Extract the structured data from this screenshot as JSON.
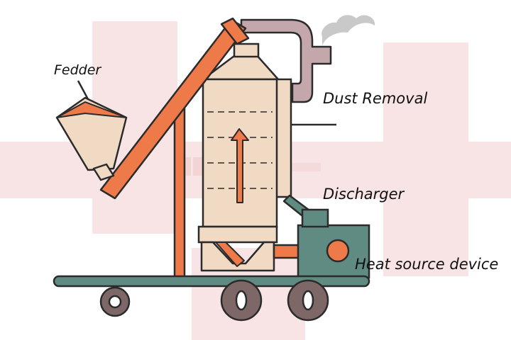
{
  "labels": {
    "fedder": "Fedder",
    "dust_removal": "Dust Removal",
    "discharger": "Discharger",
    "heat_source_device": "Heat source device"
  },
  "colors": {
    "background_watermark": "#f8e4e4",
    "orange": "#ee7a4a",
    "outline": "#2b2b2b",
    "tank_fill": "#f1dac3",
    "duct": "#c4a7ab",
    "smoke": "#c9c9c9",
    "base_rail": "#5f8b83",
    "heat_unit": "#5f8b83",
    "wheel": "#7d6867",
    "hopper_fill": "#f1dac3"
  },
  "icons": {
    "airflow_arrow": "up-arrow-icon",
    "heat_burner": "circle-icon",
    "smoke": "smoke-cloud-icon"
  }
}
